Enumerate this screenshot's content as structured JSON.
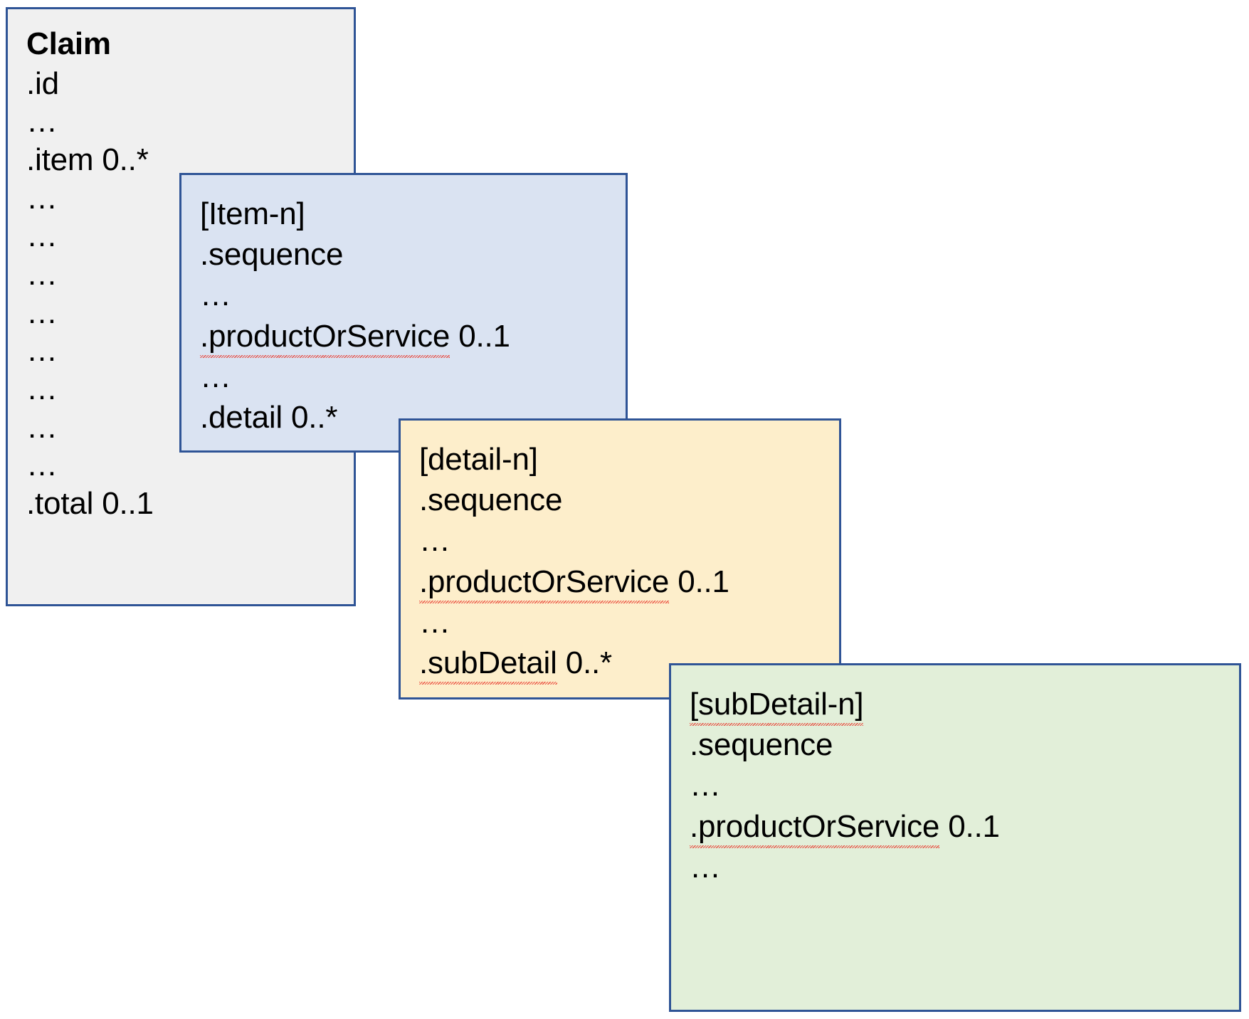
{
  "diagram": {
    "title": "FHIR Claim resource nesting: item / detail / subDetail",
    "colors": {
      "border": "#2f5496",
      "claim_fill": "#f0f0f0",
      "item_fill": "#dae3f2",
      "detail_fill": "#fdeecb",
      "subdetail_fill": "#e2efd9",
      "spellcheck_underline": "#e8392c",
      "text": "#000000"
    }
  },
  "boxes": {
    "claim": {
      "name": "Claim",
      "lines": [
        "Claim",
        ".id",
        "…",
        ".item 0..*",
        "…",
        "…",
        "…",
        "…",
        "…",
        "…",
        "…",
        "…",
        ".total 0..1"
      ]
    },
    "item": {
      "name": "[Item-n]",
      "lines": [
        "[Item-n]",
        ".sequence",
        "…",
        ".productOrService 0..1",
        "…",
        ".detail 0..*"
      ]
    },
    "detail": {
      "name": "[detail-n]",
      "lines": [
        "[detail-n]",
        ".sequence",
        "…",
        ".productOrService 0..1",
        "…",
        ".subDetail 0..*"
      ]
    },
    "subdetail": {
      "name": "[subDetail-n]",
      "lines": [
        "[subDetail-n]",
        ".sequence",
        "…",
        ".productOrService 0..1",
        "…"
      ]
    }
  }
}
